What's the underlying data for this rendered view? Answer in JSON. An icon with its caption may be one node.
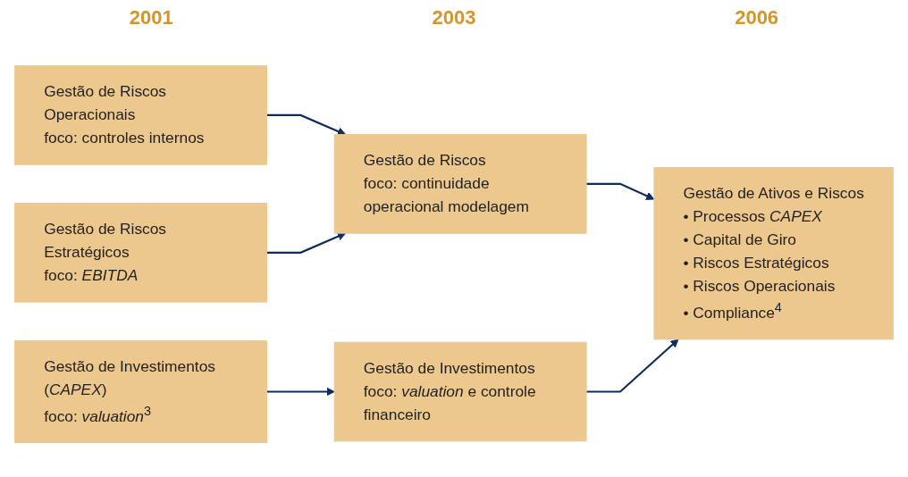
{
  "diagram": {
    "nodes": [
      {
        "text": [
          "Gestão de Riscos Operacionais",
          "foco: controles internos"
        ]
      },
      {
        "text": [
          "Gestão de Riscos Estratégicos",
          "foco: *EBITDA*"
        ]
      },
      {
        "text": [
          "Gestão de Investimentos (*CAPEX*)",
          "foco: *valuation*$^{3}$"
        ]
      },
      {
        "text": [
          "Gestão de Riscos",
          "foco: continuidade operacional modelagem"
        ]
      },
      {
        "text": [
          "Gestão de Investimentos",
          "foco: *valuation* e controle financeiro"
        ]
      },
      {
        "text": [
          "Gestão de Ativos e Riscos",
          "• Processos *CAPEX*",
          "• Capital de Giro",
          "• Riscos Estratégicos",
          "• Riscos Operacionais",
          "• Compliance$^{4}$"
        ]
      }
    ],
    "edges": [
      {
        "from": 0,
        "to": 3,
        "arrow": "to"
      },
      {
        "from": 1,
        "to": 3,
        "arrow": "to"
      },
      {
        "from": 2,
        "to": 4,
        "arrow": "to"
      },
      {
        "from": 3,
        "to": 5,
        "arrow": "to"
      },
      {
        "from": 4,
        "to": 5,
        "arrow": "to"
      }
    ],
    "labels": [
      "2001",
      "2003",
      "2006"
    ]
  }
}
